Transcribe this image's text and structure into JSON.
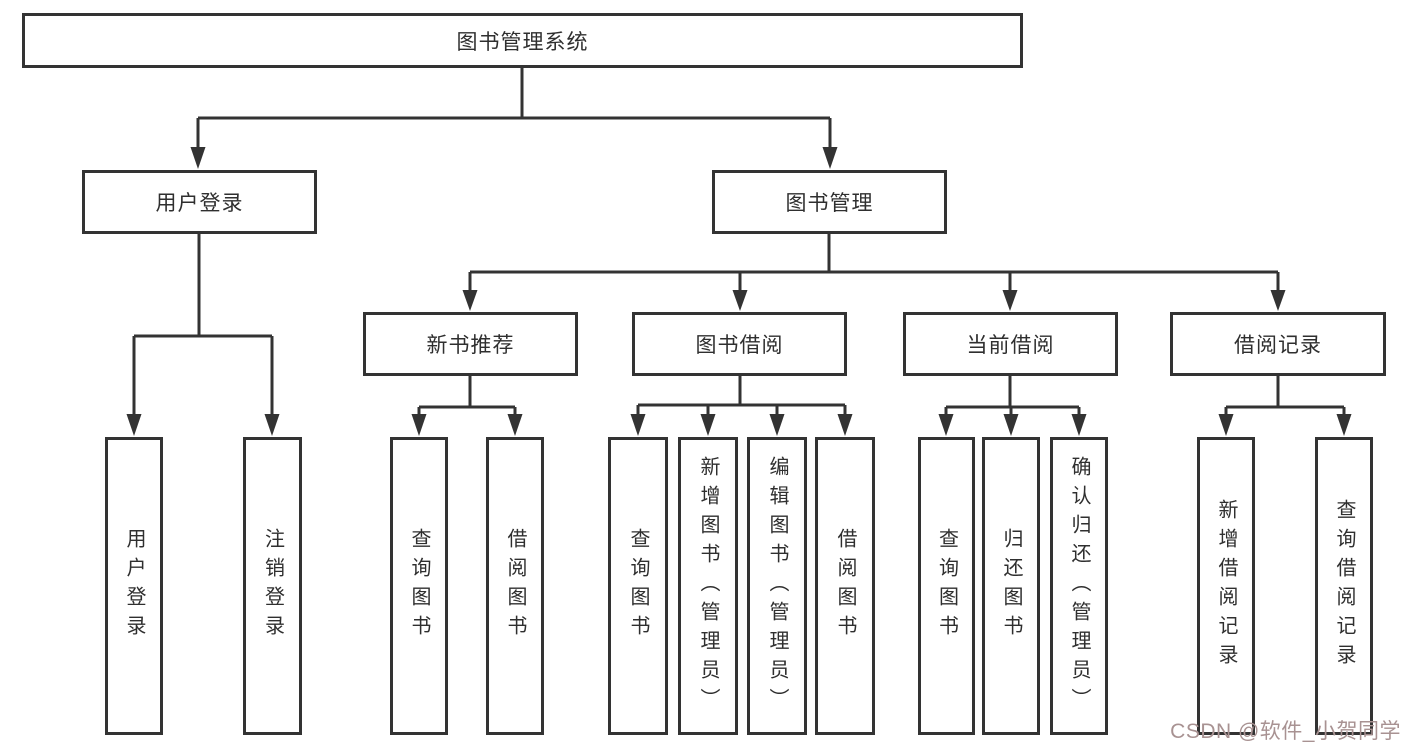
{
  "diagram_type": "hierarchy-tree",
  "tree": {
    "label": "图书管理系统",
    "children": [
      {
        "label": "用户登录",
        "children": [
          {
            "label": "用户登录"
          },
          {
            "label": "注销登录"
          }
        ]
      },
      {
        "label": "图书管理",
        "children": [
          {
            "label": "新书推荐",
            "children": [
              {
                "label": "查询图书"
              },
              {
                "label": "借阅图书"
              }
            ]
          },
          {
            "label": "图书借阅",
            "children": [
              {
                "label": "查询图书"
              },
              {
                "label": "新增图书（管理员）"
              },
              {
                "label": "编辑图书（管理员）"
              },
              {
                "label": "借阅图书"
              }
            ]
          },
          {
            "label": "当前借阅",
            "children": [
              {
                "label": "查询图书"
              },
              {
                "label": "归还图书"
              },
              {
                "label": "确认归还（管理员）"
              }
            ]
          },
          {
            "label": "借阅记录",
            "children": [
              {
                "label": "新增借阅记录"
              },
              {
                "label": "查询借阅记录"
              }
            ]
          }
        ]
      }
    ]
  },
  "watermark": {
    "text": "CSDN @软件_小贺同学"
  },
  "colors": {
    "line": "#333333",
    "box_border": "#333333",
    "text": "#2f2f2f",
    "background": "#ffffff",
    "watermark": "#a89292"
  }
}
